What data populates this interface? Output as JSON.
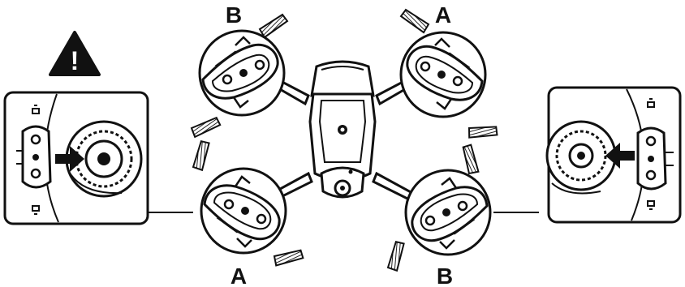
{
  "labels": {
    "top_left": "B",
    "top_right": "A",
    "bottom_left": "A",
    "bottom_right": "B"
  },
  "warning": {
    "icon": "warning-triangle-icon",
    "glyph": "!"
  },
  "colors": {
    "ink": "#111111",
    "paper": "#ffffff",
    "shade": "#4a4a4a",
    "panel_bg": "#f2f2f2"
  }
}
